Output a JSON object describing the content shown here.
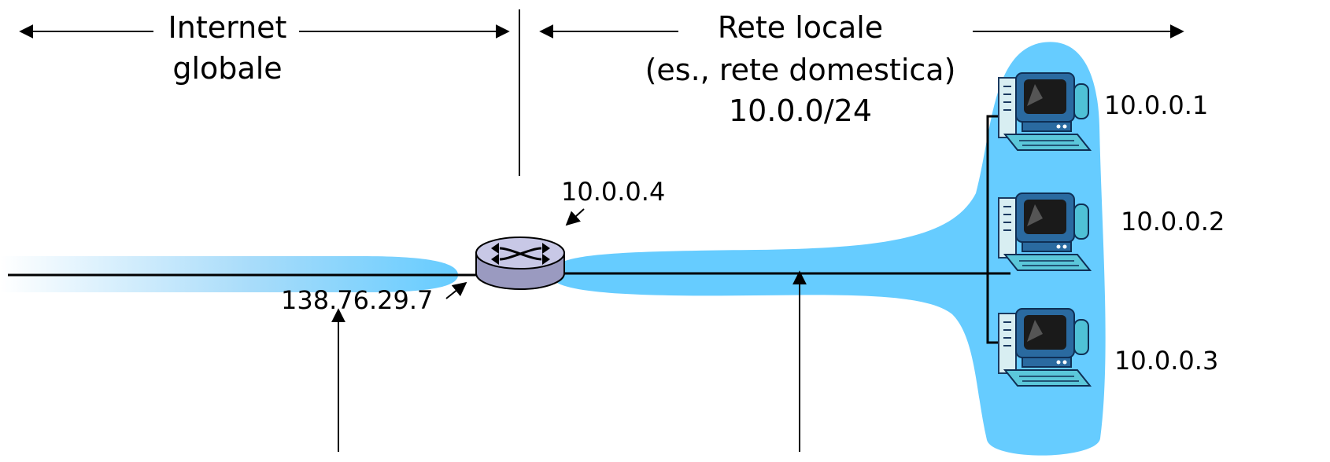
{
  "labels": {
    "internet_line1": "Internet",
    "internet_line2": "globale",
    "local_line1": "Rete locale",
    "local_line2": "(es., rete domestica)",
    "local_line3": "10.0.0/24"
  },
  "ips": {
    "router_lan": "10.0.0.4",
    "router_wan": "138.76.29.7",
    "host1": "10.0.0.1",
    "host2": "10.0.0.2",
    "host3": "10.0.0.3"
  },
  "colors": {
    "lan_cloud": "#66ccff",
    "router_body": "#c8c8e6",
    "monitor_frame": "#2a6aa0",
    "screen_glass": "#1a1a1a"
  },
  "icons": [
    "router-icon",
    "computer-icon"
  ]
}
